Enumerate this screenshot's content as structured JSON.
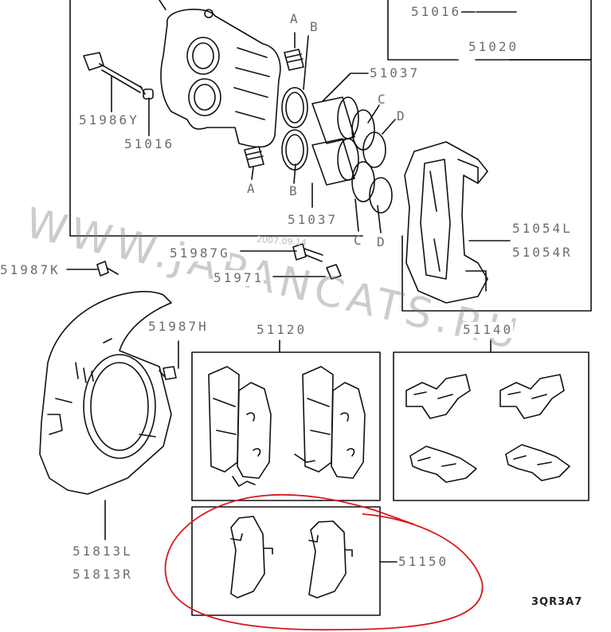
{
  "labels": {
    "p51016_top": "51016",
    "p51020": "51020",
    "p51037_top": "51037",
    "p51986y": "51986Y",
    "p51016": "51016",
    "p51037_bot": "51037",
    "p51054l": "51054L",
    "p51054r": "51054R",
    "p51987g": "51987G",
    "p51971": "51971",
    "p51987k": "51987K",
    "p51987h": "51987H",
    "p51120": "51120",
    "p51140": "51140",
    "p51813l": "51813L",
    "p51813r": "51813R",
    "p51150": "51150"
  },
  "letters": {
    "a_top": "A",
    "b_top": "B",
    "c_top": "C",
    "d_top": "D",
    "a_bot": "A",
    "b_bot": "B",
    "c_bot": "C",
    "d_bot": "D"
  },
  "diagram_code": "3QR3A7",
  "watermark": "WWW.JAPANCATS.RU",
  "stamp": "2007.09.14",
  "colors": {
    "line": "#111111",
    "label": "#6d6d6d",
    "highlight": "#d8181c",
    "watermark": "#9a9a9a"
  }
}
